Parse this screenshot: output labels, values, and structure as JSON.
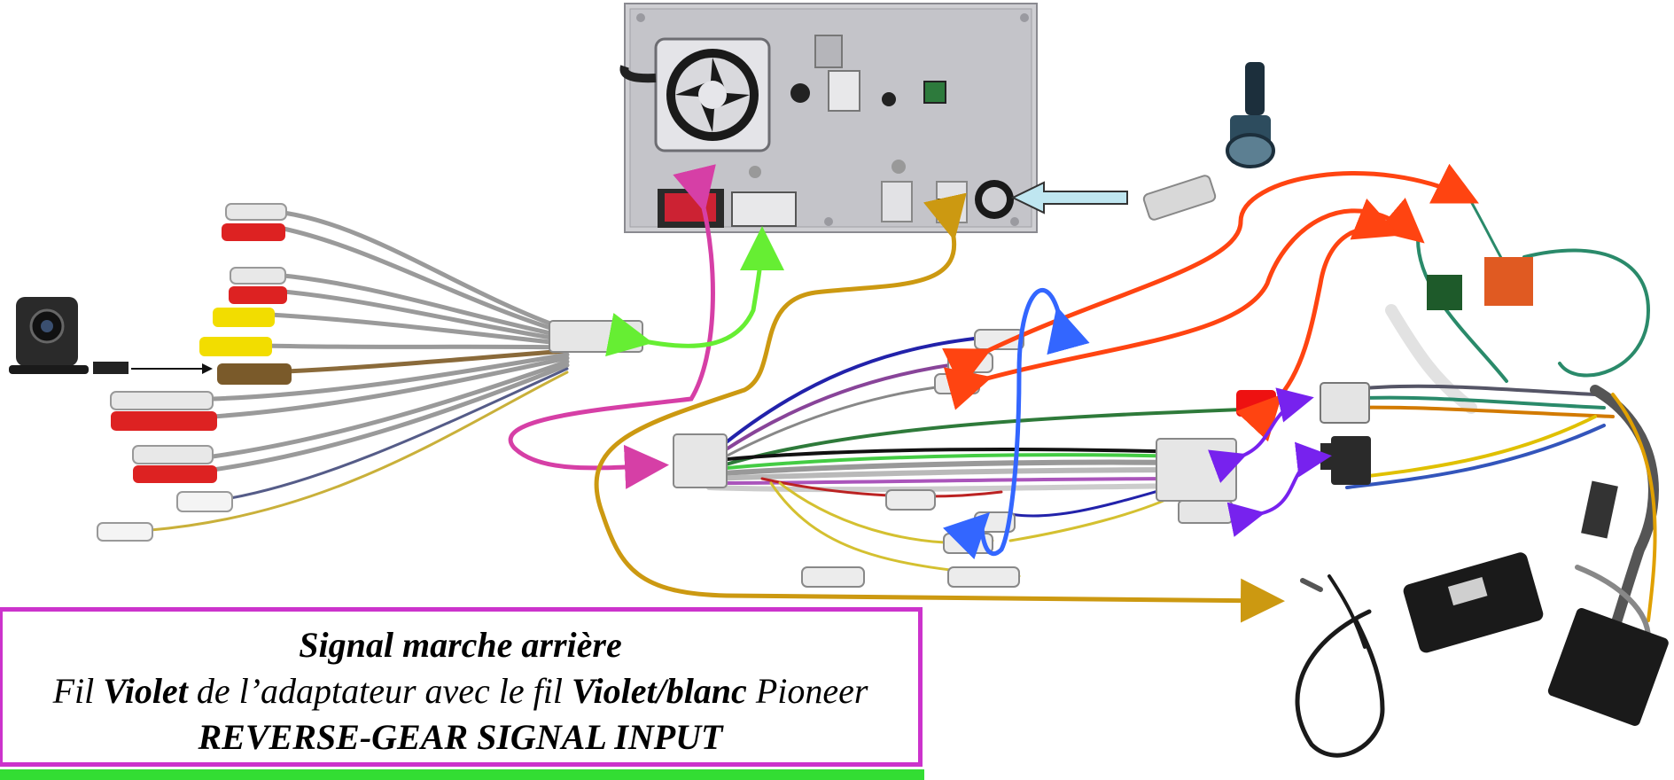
{
  "caption": {
    "title": "Signal marche arrière",
    "line2_part1": "Fil ",
    "line2_bold1": "Violet",
    "line2_part2": " de l’adaptateur avec le fil ",
    "line2_bold2": "Violet/blanc",
    "line2_part3": " Pioneer",
    "line3": "REVERSE-GEAR SIGNAL INPUT"
  },
  "colors": {
    "caption_border": "#cc33cc",
    "caption_bottom_strip": "#33dd33",
    "arrow_magenta": "#d63fa6",
    "arrow_green": "#66ee33",
    "arrow_gold": "#cc9911",
    "arrow_orange": "#ff4411",
    "arrow_blue": "#3366ff",
    "arrow_violet": "#7722ee",
    "arrow_lightblue": "#bfe6f0"
  },
  "icons": [
    "head-unit-back-panel-icon",
    "cooling-fan-icon",
    "antenna-adapter-icon",
    "rca-harness-icon",
    "rear-camera-icon",
    "wiring-harness-icon",
    "steering-wheel-interface-icon",
    "iso-connector-icon"
  ]
}
